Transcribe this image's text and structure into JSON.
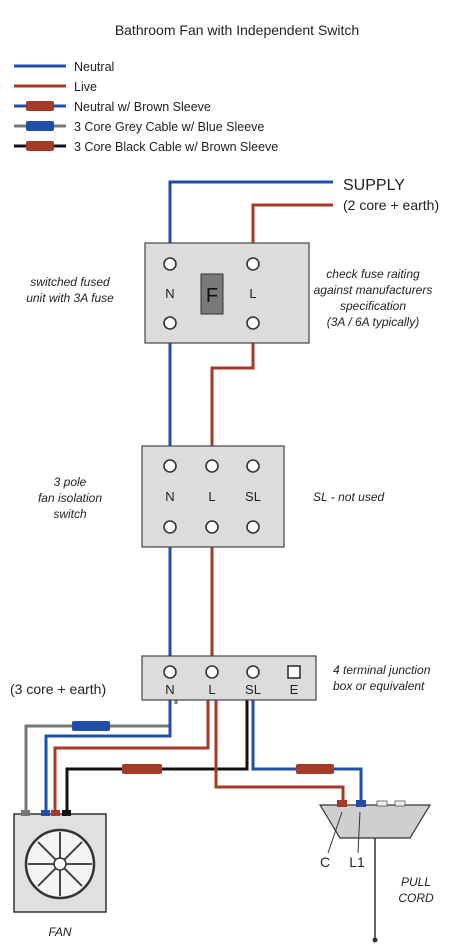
{
  "title": "Bathroom Fan with Independent Switch",
  "colors": {
    "neutral": "#1f4fa8",
    "live": "#a63a28",
    "grey": "#777777",
    "black": "#111111",
    "brown_sleeve": "#a63a28",
    "blue_sleeve": "#1f4fa8",
    "box_fill": "#dcdcdc"
  },
  "legend": [
    {
      "label": "Neutral",
      "style": "neutral-line"
    },
    {
      "label": "Live",
      "style": "live-line"
    },
    {
      "label": "Neutral w/ Brown Sleeve",
      "style": "neutral-brown-sleeve"
    },
    {
      "label": "3 Core Grey Cable w/ Blue Sleeve",
      "style": "grey-blue-sleeve"
    },
    {
      "label": "3 Core Black Cable w/ Brown Sleeve",
      "style": "black-brown-sleeve"
    }
  ],
  "supply": {
    "label": "SUPPLY",
    "sublabel": "(2 core + earth)"
  },
  "fused_unit": {
    "n_label": "N",
    "fuse_label": "F",
    "l_label": "L",
    "note_left": [
      "switched fused",
      "unit with 3A fuse"
    ],
    "note_right": [
      "check fuse raiting",
      "against manufacturers",
      "specification",
      "(3A / 6A typically)"
    ]
  },
  "isolation_switch": {
    "labels": [
      "N",
      "L",
      "SL"
    ],
    "note_left": [
      "3 pole",
      "fan isolation",
      "switch"
    ],
    "note_right": "SL - not used"
  },
  "junction_box": {
    "labels": [
      "N",
      "L",
      "SL",
      "E"
    ],
    "note_right": [
      "4 terminal junction",
      "box or equivalent"
    ],
    "cable_note": "(3 core + earth)"
  },
  "fan": {
    "label": "FAN"
  },
  "pull_cord": {
    "c_label": "C",
    "l1_label": "L1",
    "label": [
      "PULL",
      "CORD"
    ]
  }
}
